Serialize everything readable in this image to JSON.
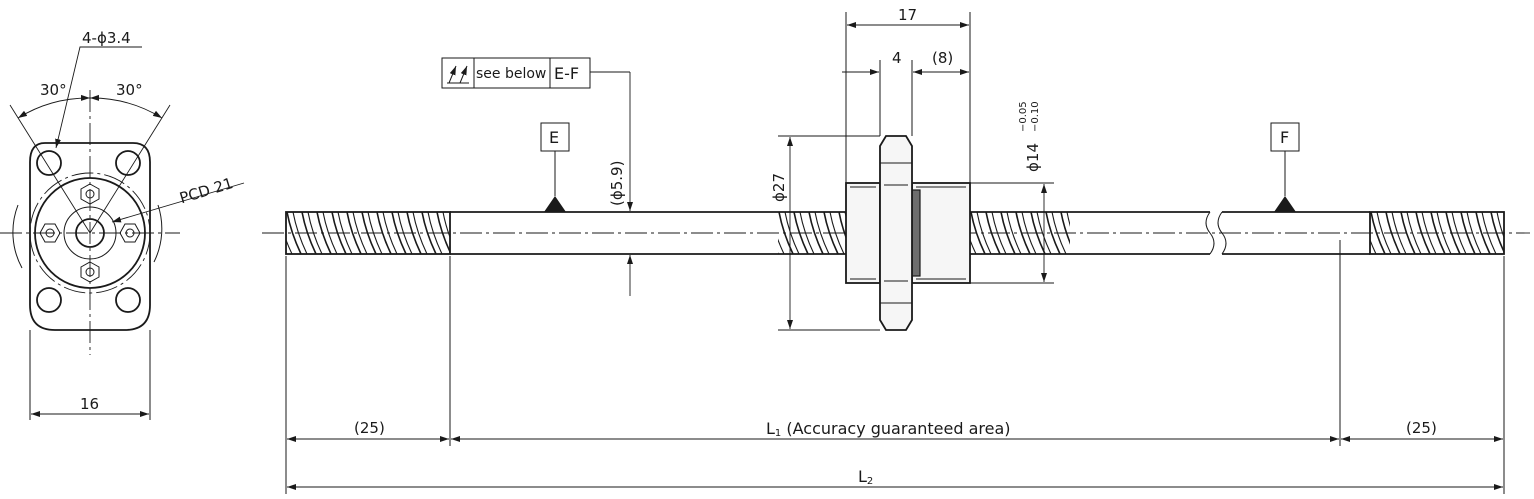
{
  "end_view": {
    "hole_callout": "4-ϕ3.4",
    "angle_left": "30°",
    "angle_right": "30°",
    "pcd": "PCD 21",
    "width": "16"
  },
  "shaft_view": {
    "flange_length": "17",
    "flange_thickness": "4",
    "nut_offset": "(8)",
    "flange_diameter": "ϕ27",
    "nut_diameter": "ϕ14",
    "nut_tol_upper": "−0.05",
    "nut_tol_lower": "−0.10",
    "root_diameter": "(ϕ5.9)",
    "datum_e": "E",
    "datum_f": "F",
    "note_text": "see below",
    "note_ref": "E-F",
    "end_left": "(25)",
    "end_right": "(25)",
    "l1_main": "L",
    "l1_sub": "1",
    "l1_note": " (Accuracy guaranteed area)",
    "l2_main": "L",
    "l2_sub": "2"
  }
}
